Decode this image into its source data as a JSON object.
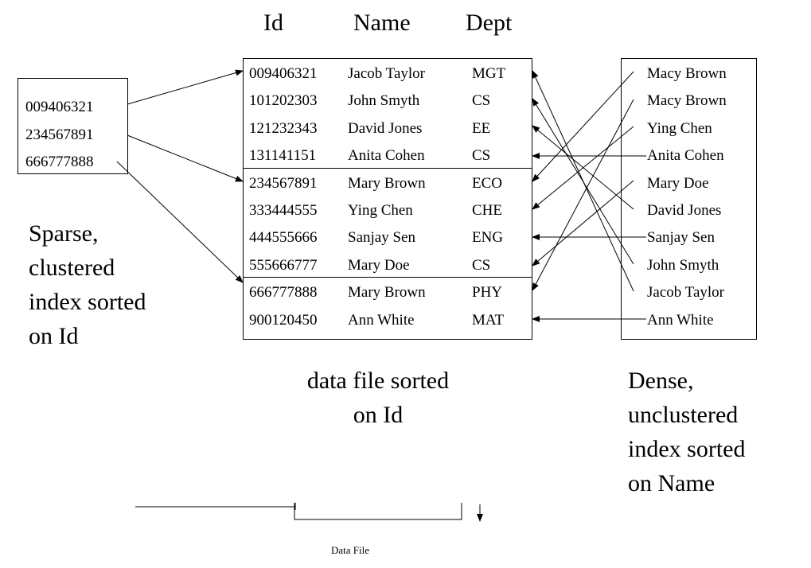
{
  "headers": {
    "id": "Id",
    "name": "Name",
    "dept": "Dept"
  },
  "sparse_index": {
    "entries": [
      "009406321",
      "234567891",
      "666777888"
    ],
    "caption": [
      "Sparse,",
      "clustered",
      "index sorted",
      "on Id"
    ]
  },
  "data_file": {
    "rows": [
      {
        "id": "009406321",
        "name": "Jacob Taylor",
        "dept": "MGT"
      },
      {
        "id": "101202303",
        "name": "John Smyth",
        "dept": "CS"
      },
      {
        "id": "121232343",
        "name": "David Jones",
        "dept": "EE"
      },
      {
        "id": "131141151",
        "name": "Anita Cohen",
        "dept": "CS"
      },
      {
        "id": "234567891",
        "name": "Mary Brown",
        "dept": "ECO"
      },
      {
        "id": "333444555",
        "name": "Ying Chen",
        "dept": "CHE"
      },
      {
        "id": "444555666",
        "name": "Sanjay Sen",
        "dept": "ENG"
      },
      {
        "id": "555666777",
        "name": "Mary Doe",
        "dept": "CS"
      },
      {
        "id": "666777888",
        "name": "Mary Brown",
        "dept": "PHY"
      },
      {
        "id": "900120450",
        "name": "Ann White",
        "dept": "MAT"
      }
    ],
    "caption": [
      "data file sorted",
      "on Id"
    ]
  },
  "dense_index": {
    "entries": [
      "Macy Brown",
      "Macy Brown",
      "Ying Chen",
      "Anita Cohen",
      "Mary Doe",
      "David Jones",
      "Sanjay Sen",
      "John Smyth",
      "Jacob Taylor",
      "Ann White"
    ],
    "caption": [
      "Dense,",
      "unclustered",
      "index sorted",
      "on Name"
    ]
  },
  "footer": {
    "label": "Data File"
  }
}
